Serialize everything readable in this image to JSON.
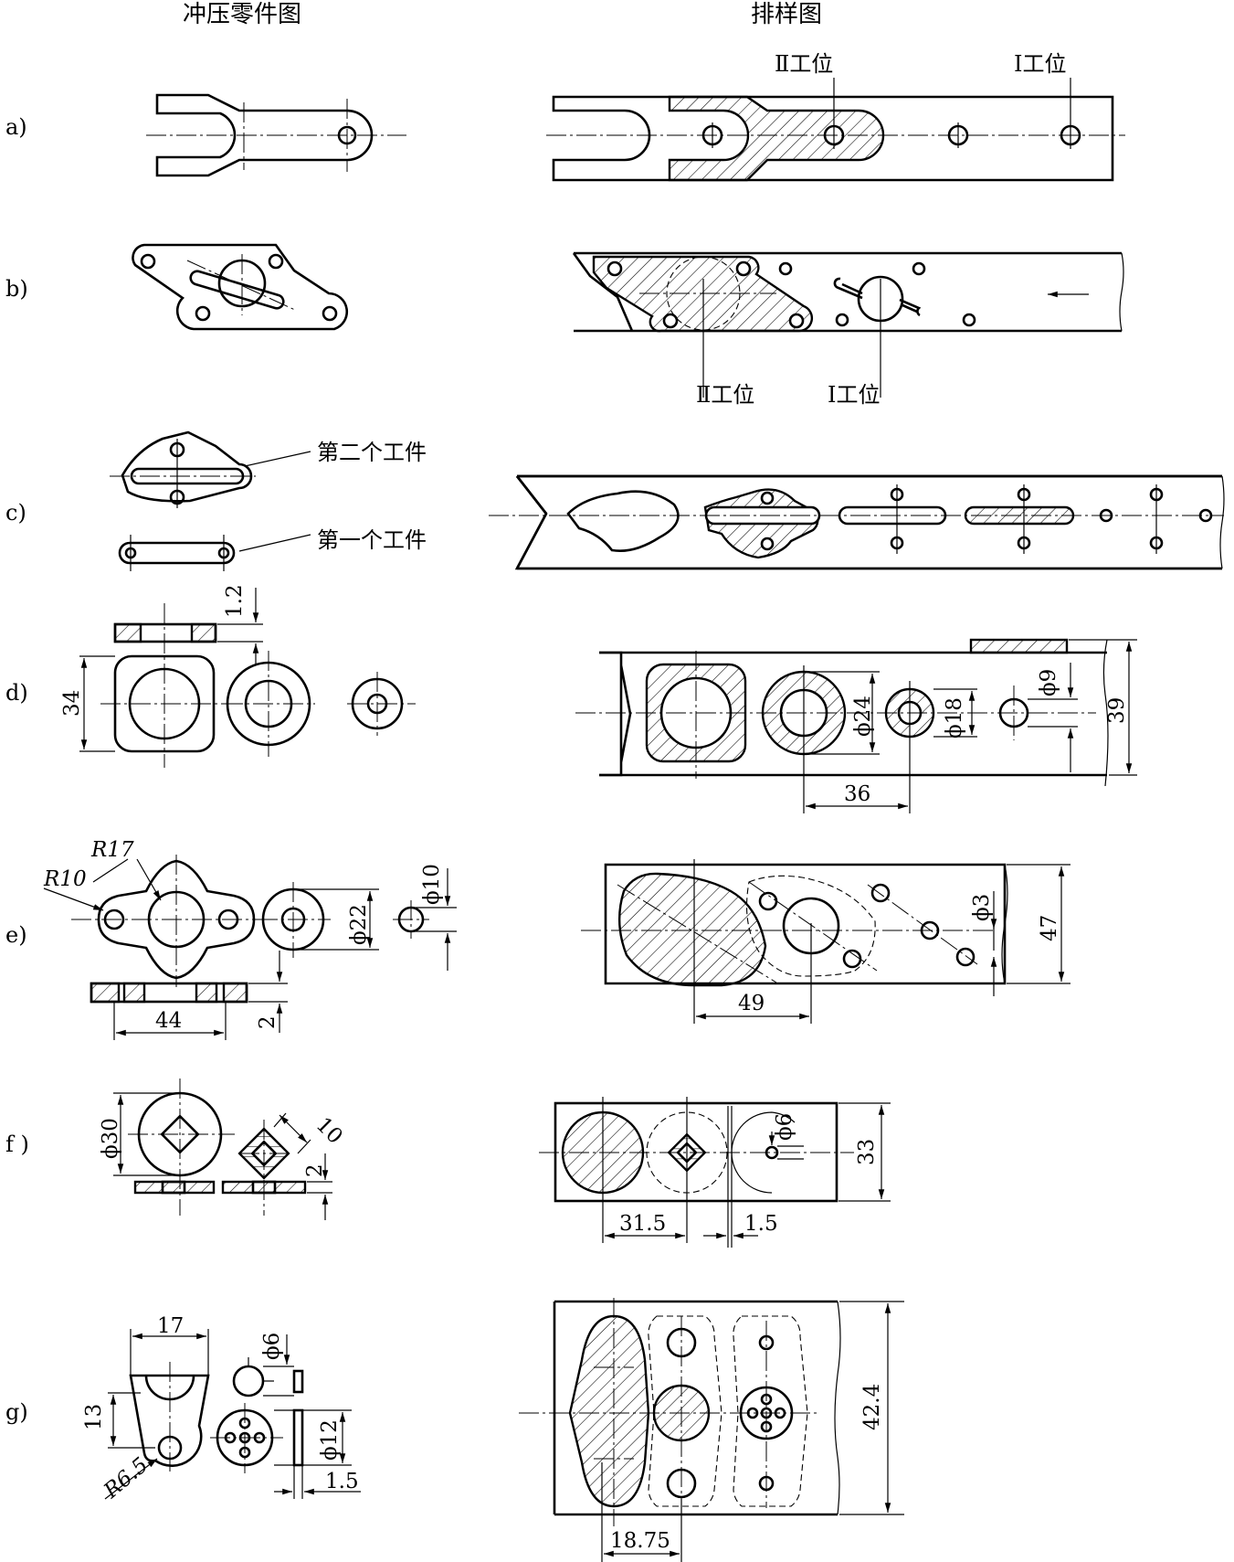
{
  "headers": {
    "part": "冲压零件图",
    "layout": "排样图"
  },
  "rows": [
    {
      "id": "a",
      "label": "a)"
    },
    {
      "id": "b",
      "label": "b)"
    },
    {
      "id": "c",
      "label": "c)"
    },
    {
      "id": "d",
      "label": "d)"
    },
    {
      "id": "e",
      "label": "e)"
    },
    {
      "id": "f",
      "label": "f )"
    },
    {
      "id": "g",
      "label": "g)"
    }
  ],
  "stations": {
    "second": "Ⅱ工位",
    "first": "Ⅰ工位"
  },
  "workpieces": {
    "second": "第二个工件",
    "first": "第一个工件"
  },
  "dims": {
    "d_thick": "1.2",
    "d_size": "34",
    "d_p24": "ϕ24",
    "d_p18": "ϕ18",
    "d_p9": "ϕ9",
    "d_width": "39",
    "d_pitch": "36",
    "e_r17": "R17",
    "e_r10": "R10",
    "e_p22": "ϕ22",
    "e_p10": "ϕ10",
    "e_44": "44",
    "e_2": "2",
    "e_p3": "ϕ3",
    "e_47": "47",
    "e_49": "49",
    "f_p30": "ϕ30",
    "f_10": "10",
    "f_2": "2",
    "f_p6": "ϕ6",
    "f_33": "33",
    "f_315": "31.5",
    "f_15": "1.5",
    "g_17": "17",
    "g_13": "13",
    "g_r65": "R6.5",
    "g_p6": "ϕ6",
    "g_p12": "ϕ12",
    "g_15": "1.5",
    "g_424": "42.4",
    "g_1875": "18.75"
  }
}
